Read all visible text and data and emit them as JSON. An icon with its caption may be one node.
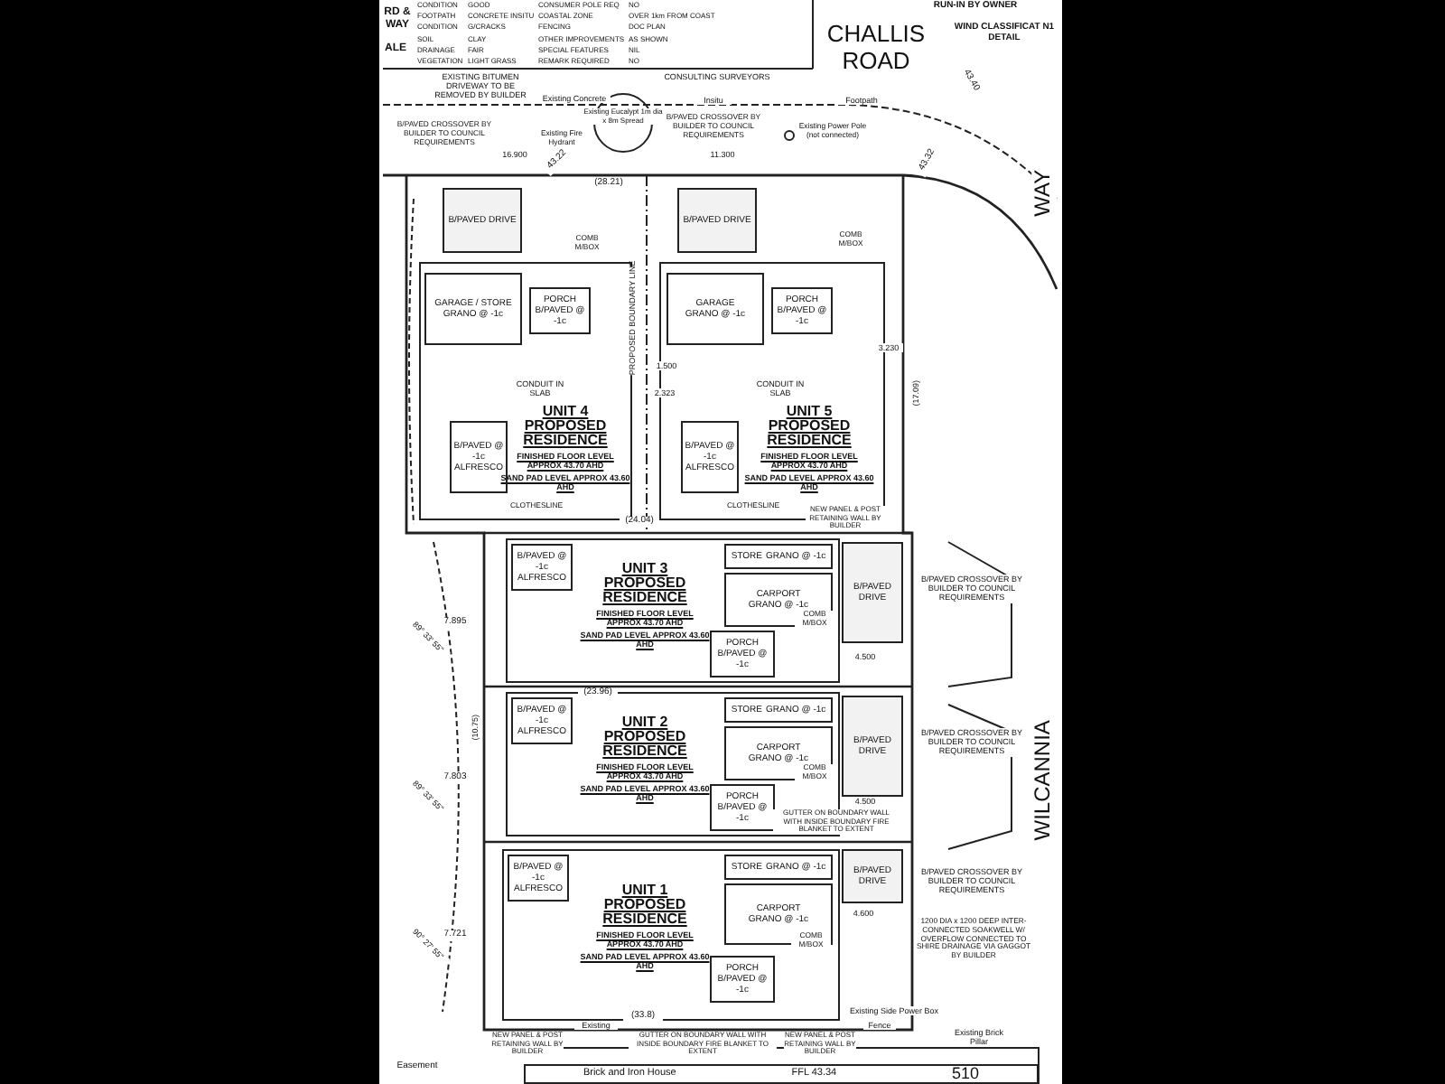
{
  "diagram": {
    "nodes": [
      {
        "text": [
          "UNIT 4 PROPOSED RESIDENCE",
          "FINISHED FLOOR LEVEL APPROX 43.70 AHD",
          "SAND PAD LEVEL APPROX 43.60 AHD"
        ]
      },
      {
        "text": [
          "GARAGE / STORE",
          "GRANO @ -1c"
        ],
        "in": 0
      },
      {
        "text": [
          "PORCH",
          "B/PAVED @ -1c"
        ],
        "in": 0
      },
      {
        "text": [
          "B/PAVED @ -1c",
          "ALFRESCO"
        ],
        "in": 0
      },
      {
        "text": [
          "B/PAVED DRIVE"
        ]
      },
      {
        "text": [
          "UNIT 5 PROPOSED RESIDENCE",
          "FINISHED FLOOR LEVEL APPROX 43.70 AHD",
          "SAND PAD LEVEL APPROX 43.60 AHD"
        ]
      },
      {
        "text": [
          "GARAGE",
          "GRANO @ -1c"
        ],
        "in": 5
      },
      {
        "text": [
          "PORCH",
          "B/PAVED @ -1c"
        ],
        "in": 5
      },
      {
        "text": [
          "B/PAVED @ -1c",
          "ALFRESCO"
        ],
        "in": 5
      },
      {
        "text": [
          "B/PAVED DRIVE"
        ]
      },
      {
        "text": [
          "UNIT 3 PROPOSED RESIDENCE",
          "FINISHED FLOOR LEVEL APPROX 43.70 AHD",
          "SAND PAD LEVEL APPROX 43.60 AHD"
        ]
      },
      {
        "text": [
          "B/PAVED @ -1c",
          "ALFRESCO"
        ],
        "in": 10
      },
      {
        "text": [
          "STORE",
          "GRANO @ -1c"
        ],
        "in": 10
      },
      {
        "text": [
          "CARPORT",
          "GRANO @ -1c"
        ],
        "in": 10
      },
      {
        "text": [
          "PORCH",
          "B/PAVED @ -1c"
        ],
        "in": 10
      },
      {
        "text": [
          "B/PAVED DRIVE"
        ]
      },
      {
        "text": [
          "UNIT 2 PROPOSED RESIDENCE",
          "FINISHED FLOOR LEVEL APPROX 43.70 AHD",
          "SAND PAD LEVEL APPROX 43.60 AHD"
        ]
      },
      {
        "text": [
          "B/PAVED @ -1c",
          "ALFRESCO"
        ],
        "in": 16
      },
      {
        "text": [
          "STORE",
          "GRANO @ -1c"
        ],
        "in": 16
      },
      {
        "text": [
          "CARPORT",
          "GRANO @ -1c"
        ],
        "in": 16
      },
      {
        "text": [
          "PORCH",
          "B/PAVED @ -1c"
        ],
        "in": 16
      },
      {
        "text": [
          "B/PAVED DRIVE"
        ]
      },
      {
        "text": [
          "UNIT 1 PROPOSED RESIDENCE",
          "FINISHED FLOOR LEVEL APPROX 43.70 AHD",
          "SAND PAD LEVEL APPROX 43.60 AHD"
        ]
      },
      {
        "text": [
          "B/PAVED @ -1c",
          "ALFRESCO"
        ],
        "in": 22
      },
      {
        "text": [
          "STORE",
          "GRANO @ -1c"
        ],
        "in": 22
      },
      {
        "text": [
          "CARPORT",
          "GRANO @ -1c"
        ],
        "in": 22
      },
      {
        "text": [
          "PORCH",
          "B/PAVED @ -1c"
        ],
        "in": 22
      },
      {
        "text": [
          "B/PAVED DRIVE"
        ]
      },
      {
        "text": [
          "Brick and Iron House",
          "FFL 43.34",
          "510"
        ]
      }
    ],
    "labels": [
      "RD & WAY",
      "ALE",
      "CONDITION",
      "GOOD",
      "CONSUMER POLE REQ",
      "NO",
      "FOOTPATH",
      "CONCRETE INSITU",
      "COASTAL ZONE",
      "OVER 1km FROM COAST",
      "CONDITION",
      "G/CRACKS",
      "FENCING",
      "DOC PLAN",
      "SOIL",
      "CLAY",
      "OTHER IMPROVEMENTS",
      "AS SHOWN",
      "DRAINAGE",
      "FAIR",
      "SPECIAL FEATURES",
      "NIL",
      "VEGETATION",
      "LIGHT GRASS",
      "REMARK REQUIRED",
      "NO",
      "CONSULTING SURVEYORS",
      "CHALLIS ROAD",
      "RUN-IN BY OWNER",
      "WIND CLASSIFICAT N1 DETAIL",
      "EXISTING BITUMEN DRIVEWAY TO BE REMOVED BY BUILDER",
      "Existing Concrete",
      "Insitu",
      "Footpath",
      "Existing Eucalypt 1m dia x 8m Spread",
      "B/PAVED CROSSOVER BY BUILDER TO COUNCIL REQUIREMENTS",
      "16.900",
      "Existing Fire Hydrant",
      "B/PAVED CROSSOVER BY BUILDER TO COUNCIL REQUIREMENTS",
      "11.300",
      "Existing Power Pole (not connected)",
      "(28.21)",
      "43.22",
      "43.32",
      "43.40",
      "WAY",
      "PROPOSED BOUNDARY LINE",
      "(24.04)",
      "1.500",
      "2.323",
      "CONDUIT IN SLAB",
      "CONDUIT IN SLAB",
      "3.230",
      "(17.09)",
      "89° 33' 55\"",
      "89° 33' 55\"",
      "90° 27' 55\"",
      "7.895",
      "7.803",
      "7.721",
      "(10.75)",
      "(23.96)",
      "(33.8)",
      "4.500",
      "4.500",
      "4.600",
      "B/PAVED CROSSOVER BY BUILDER TO COUNCIL REQUIREMENTS",
      "B/PAVED CROSSOVER BY BUILDER TO COUNCIL REQUIREMENTS",
      "B/PAVED CROSSOVER BY BUILDER TO COUNCIL REQUIREMENTS",
      "WILCANNIA",
      "GUTTER ON BOUNDARY WALL WITH INSIDE BOUNDARY FIRE BLANKET TO EXTENT",
      "1200 DIA x 1200 DEEP INTER-CONNECTED SOAKWELL W/ OVERFLOW CONNECTED TO SHIRE DRAINAGE VIA GAGGOT BY BUILDER",
      "Existing Side Power Box",
      "Existing",
      "Fence",
      "NEW PANEL & POST RETAINING WALL BY BUILDER",
      "GUTTER ON BOUNDARY WALL WITH INSIDE BOUNDARY FIRE BLANKET TO EXTENT",
      "NEW PANEL & POST RETAINING WALL BY BUILDER",
      "Existing Brick Pillar",
      "Easement",
      "NEW PANEL & POST RETAINING WALL BY BUILDER",
      "COMB M/BOX",
      "COMB M/BOX",
      "COMB M/BOX",
      "COMB M/BOX",
      "COMB M/BOX",
      "CLOTHESLINE",
      "CLOTHESLINE"
    ]
  }
}
